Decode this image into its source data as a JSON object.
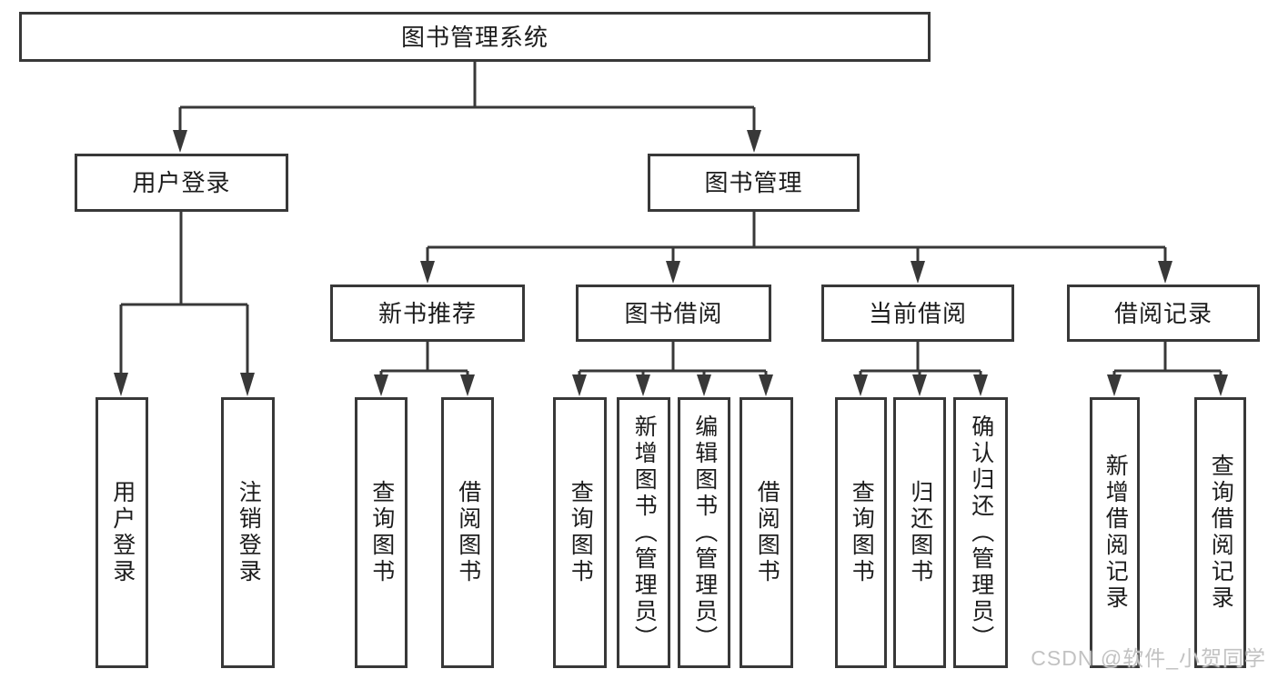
{
  "diagram": {
    "root": "图书管理系统",
    "branches": [
      {
        "label": "用户登录",
        "children": [
          "用户登录",
          "注销登录"
        ]
      },
      {
        "label": "图书管理",
        "groups": [
          {
            "label": "新书推荐",
            "children": [
              "查询图书",
              "借阅图书"
            ]
          },
          {
            "label": "图书借阅",
            "children": [
              "查询图书",
              "新增图书（管理员）",
              "编辑图书（管理员）",
              "借阅图书"
            ]
          },
          {
            "label": "当前借阅",
            "children": [
              "查询图书",
              "归还图书",
              "确认归还（管理员）"
            ]
          },
          {
            "label": "借阅记录",
            "children": [
              "新增借阅记录",
              "查询借阅记录"
            ]
          }
        ]
      }
    ]
  },
  "watermark": "CSDN @软件_小贺同学",
  "colors": {
    "line": "#383838",
    "text": "#1c1c1c",
    "watermark": "#c2c2c2",
    "background": "#ffffff"
  }
}
